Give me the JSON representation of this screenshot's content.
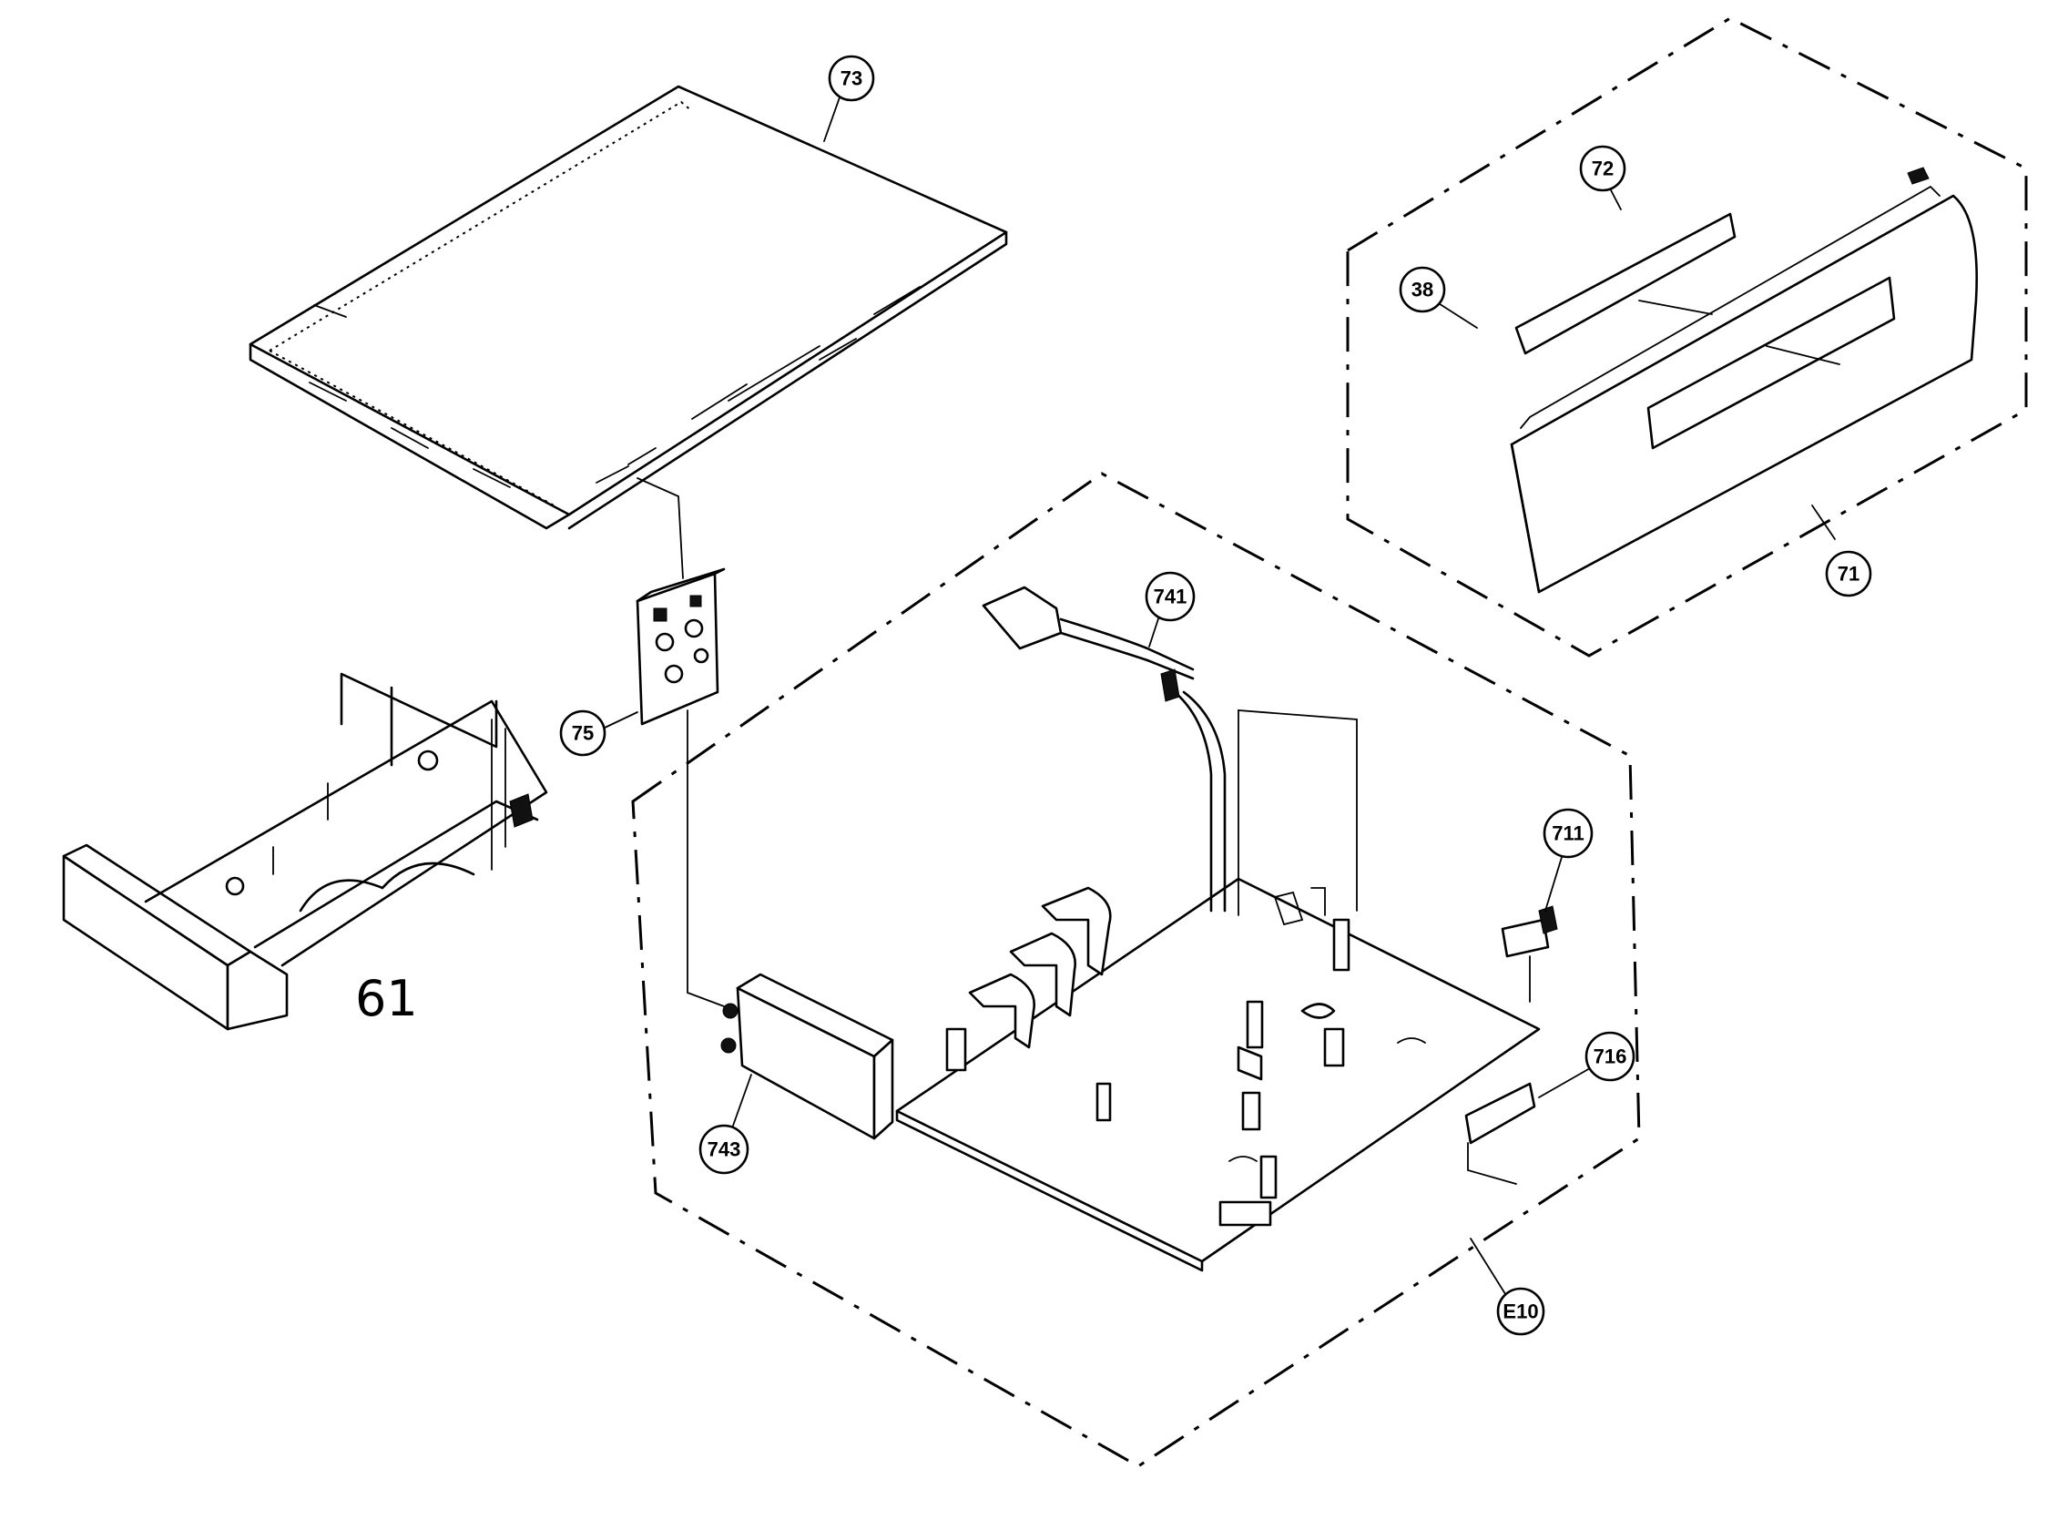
{
  "diagram": {
    "callouts": [
      {
        "id": "c73",
        "label": "73"
      },
      {
        "id": "c72",
        "label": "72"
      },
      {
        "id": "c38",
        "label": "38"
      },
      {
        "id": "c71",
        "label": "71"
      },
      {
        "id": "c741",
        "label": "741"
      },
      {
        "id": "c75",
        "label": "75"
      },
      {
        "id": "c711",
        "label": "711"
      },
      {
        "id": "c716",
        "label": "716"
      },
      {
        "id": "c743",
        "label": "743"
      },
      {
        "id": "cE10",
        "label": "E10"
      }
    ],
    "handwritten_label": "61"
  }
}
